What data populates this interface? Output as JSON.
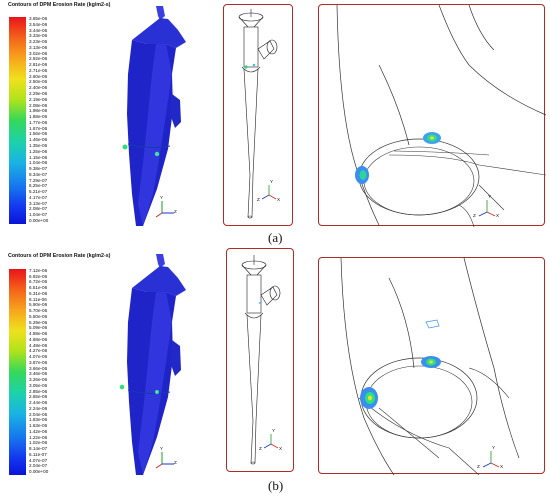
{
  "panel_a": {
    "legend_title": "Contours of DPM Erosion Rate  (kg/m2-s)",
    "ticks": [
      "3.65e-06",
      "3.54e-06",
      "3.44e-06",
      "3.33e-06",
      "3.23e-06",
      "3.13e-06",
      "3.02e-06",
      "2.92e-06",
      "2.81e-06",
      "2.71e-06",
      "2.60e-06",
      "2.50e-06",
      "2.40e-06",
      "2.29e-06",
      "2.19e-06",
      "2.08e-06",
      "1.98e-06",
      "1.88e-06",
      "1.77e-06",
      "1.67e-06",
      "1.56e-06",
      "1.46e-06",
      "1.35e-06",
      "1.25e-06",
      "1.15e-06",
      "1.04e-06",
      "9.38e-07",
      "8.34e-07",
      "7.29e-07",
      "6.25e-07",
      "5.21e-07",
      "4.17e-07",
      "3.13e-07",
      "2.08e-07",
      "1.04e-07",
      "0.00e+00"
    ],
    "caption": "(a)"
  },
  "panel_b": {
    "legend_title": "Contours of DPM Erosion Rate  (kg/m2-s)",
    "ticks": [
      "7.12e-06",
      "6.92e-06",
      "6.72e-06",
      "6.51e-06",
      "6.31e-06",
      "6.11e-06",
      "5.90e-06",
      "5.70e-06",
      "5.50e-06",
      "5.29e-06",
      "5.09e-06",
      "4.88e-06",
      "4.68e-06",
      "4.48e-06",
      "4.27e-06",
      "4.07e-06",
      "3.87e-06",
      "3.66e-06",
      "3.46e-06",
      "3.26e-06",
      "3.05e-06",
      "2.85e-06",
      "2.65e-06",
      "2.44e-06",
      "2.24e-06",
      "2.04e-06",
      "1.83e-06",
      "1.63e-06",
      "1.42e-06",
      "1.22e-06",
      "1.02e-06",
      "8.14e-07",
      "6.11e-07",
      "4.07e-07",
      "2.04e-07",
      "0.00e+00"
    ],
    "caption": "(b)"
  },
  "axis_labels": {
    "y": "Y",
    "z": "Z",
    "x": "X"
  }
}
